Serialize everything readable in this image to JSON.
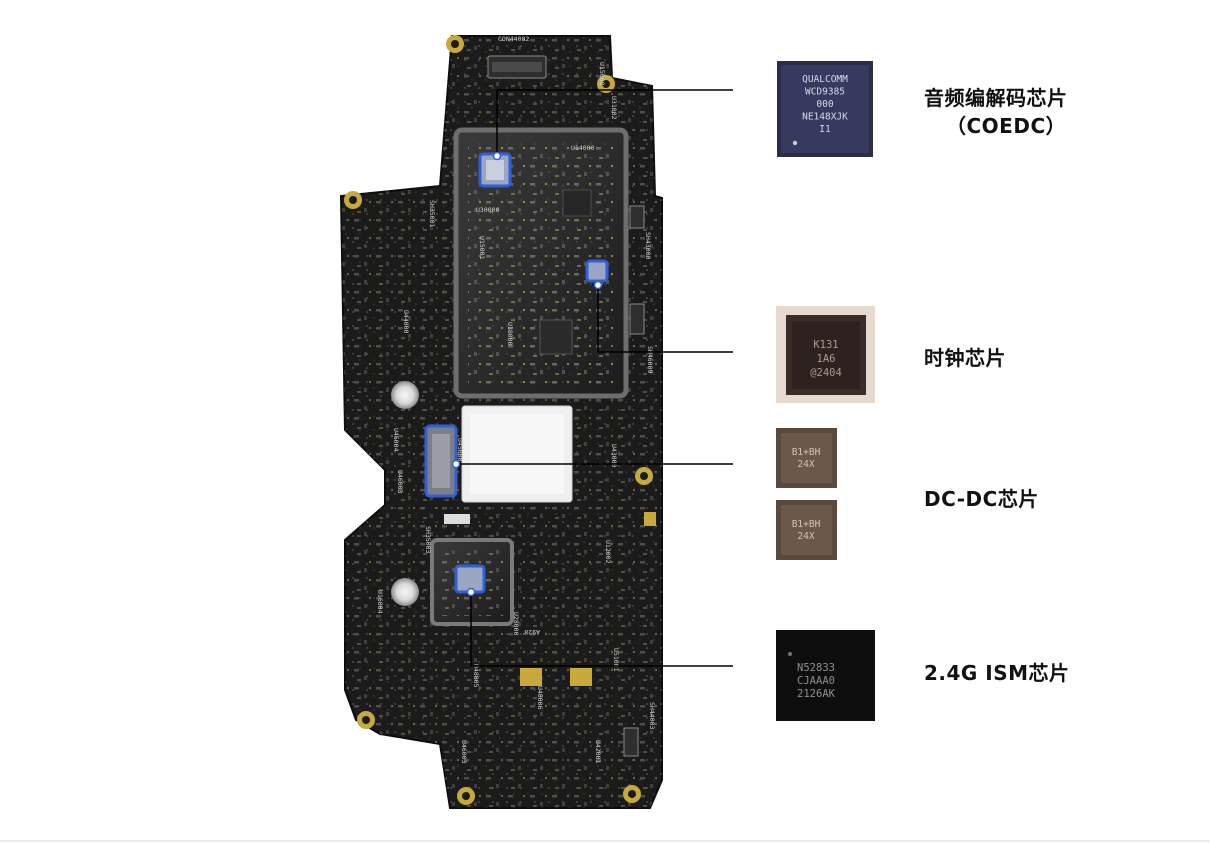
{
  "board": {
    "silk": [
      "CON44002",
      "U14000",
      "U30000",
      "U15001",
      "U44000",
      "U18000",
      "SH35001",
      "U46004",
      "U46003",
      "SH35003",
      "U45000",
      "U43000",
      "U16004",
      "U28000",
      "SH43000",
      "U15000",
      "U48006",
      "U42001",
      "U46003",
      "SH44003",
      "U51001",
      "U12002",
      "SH46009",
      "U31002",
      "U48005",
      "A928"
    ],
    "colors": {
      "pcb": "#1a1a1a",
      "shield": "#2a2a2a",
      "shield_edge": "#5a5a5a",
      "pad": "#c8a93c",
      "highlight": "#2f5fd9",
      "label_pad": "#f0f0f0"
    }
  },
  "callouts": [
    {
      "label_line1": "音频编解码芯片",
      "label_line2": "（COEDC）",
      "chip_text": [
        "QUALCOMM",
        "WCD9385",
        "000",
        "NE148XJK",
        "I1"
      ]
    },
    {
      "label_line1": "时钟芯片",
      "chip_text": [
        "K131",
        "1A6",
        "@2404"
      ]
    },
    {
      "label_line1": "DC-DC芯片",
      "chip_text": [
        "B1+BH",
        "24X"
      ],
      "chip_text_b": [
        "B1+BH",
        "24X"
      ]
    },
    {
      "label_line1": "2.4G ISM芯片",
      "chip_text": [
        "N52833",
        "CJAAA0",
        "2126AK"
      ]
    }
  ]
}
